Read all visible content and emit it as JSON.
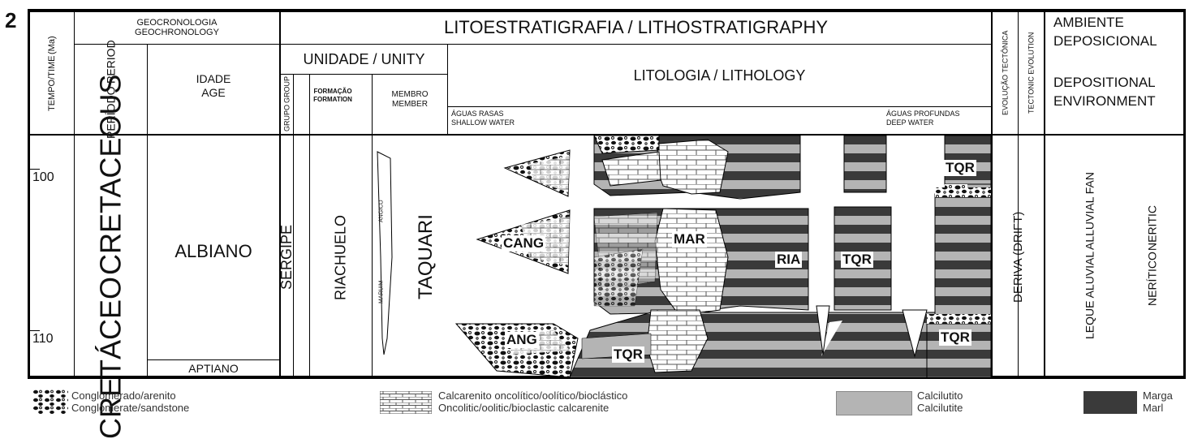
{
  "figure_number": "2",
  "header": {
    "time": "TEMPO/TIME",
    "time_unit": "(Ma)",
    "geochronology_pt": "GEOCRONOLOGIA",
    "geochronology_en": "GEOCHRONOLOGY",
    "period_pt": "PERÍODO",
    "period_en": "PERIOD",
    "age_pt": "IDADE",
    "age_en": "AGE",
    "lithostratigraphy": "LITOESTRATIGRAFIA / LITHOSTRATIGRAPHY",
    "unity": "UNIDADE / UNITY",
    "group_pt": "GRUPO",
    "group_en": "GROUP",
    "formation_pt": "FORMAÇÃO",
    "formation_en": "FORMATION",
    "member_pt": "MEMBRO",
    "member_en": "MEMBER",
    "lithology": "LITOLOGIA / LITHOLOGY",
    "shallow_pt": "ÁGUAS RASAS",
    "shallow_en": "SHALLOW WATER",
    "deep_pt": "ÁGUAS PROFUNDAS",
    "deep_en": "DEEP WATER",
    "tectonic_pt": "EVOLUÇÃO TECTÔNICA",
    "tectonic_en": "TECTONIC EVOLUTION",
    "environment_pt_1": "AMBIENTE",
    "environment_pt_2": "DEPOSICIONAL",
    "environment_en_1": "DEPOSITIONAL",
    "environment_en_2": "ENVIRONMENT"
  },
  "body": {
    "tick_100": "100",
    "tick_110": "110",
    "period_pt": "CRETÁCEO",
    "period_en": "CRETACEOUS",
    "age_main": "ALBIANO",
    "age_lower": "APTIANO",
    "group": "SERGIPE",
    "formation": "RIACHUELO",
    "member_upper": "ANGICO",
    "member_lower": "MARUIM",
    "member_main": "TAQUARI",
    "tectonic": "DERIVA (DRIFT)",
    "env_alluvial_pt": "LEQUE ALUVIAL",
    "env_alluvial_en": "ALLUVIAL FAN",
    "env_neritic_pt": "NERÍTICO",
    "env_neritic_en": "NERITIC",
    "unit_labels": {
      "mar": "MAR",
      "ria": "RIA",
      "ang": "ANG",
      "cang": "CANG",
      "tqr": "TQR"
    }
  },
  "legend": [
    {
      "pt": "Conglomerado/arenito",
      "en": "Conglomerate/sandstone"
    },
    {
      "pt": "Calcarenito oncolítico/oolítico/bioclástico",
      "en": "Oncolitic/oolitic/bioclastic calcarenite"
    },
    {
      "pt": "Calcilutito",
      "en": "Calcilutite"
    },
    {
      "pt": "Marga",
      "en": "Marl"
    }
  ],
  "colors": {
    "marl": "#3a3a3a",
    "calcilutite": "#b4b4b4",
    "calcarenite": "#ffffff",
    "line": "#000000"
  }
}
